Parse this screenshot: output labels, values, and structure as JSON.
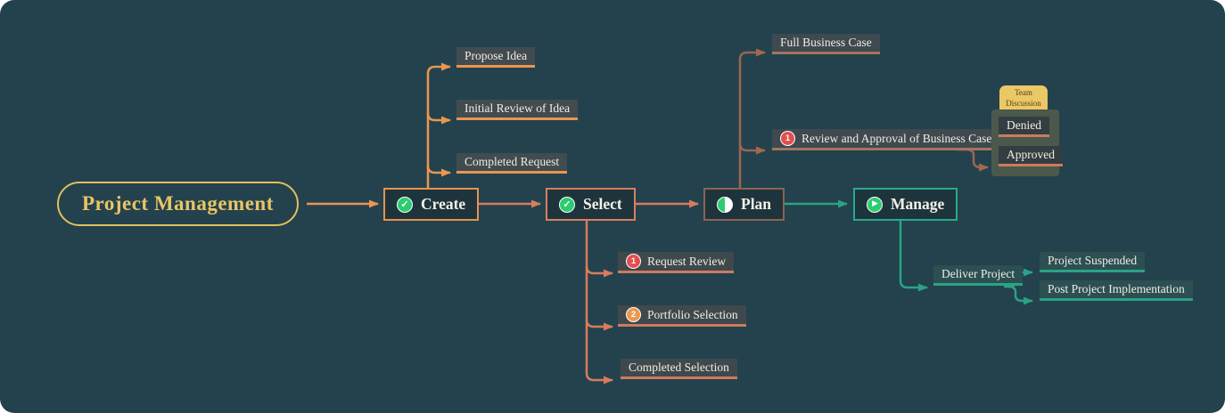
{
  "root": {
    "label": "Project Management"
  },
  "create": {
    "label": "Create",
    "icon": "check-circle",
    "children": [
      {
        "label": "Propose Idea"
      },
      {
        "label": "Initial Review of Idea"
      },
      {
        "label": "Completed Request"
      }
    ]
  },
  "select": {
    "label": "Select",
    "icon": "check-circle",
    "children": [
      {
        "badge": "1",
        "label": "Request Review"
      },
      {
        "badge": "2",
        "label": "Portfolio Selection"
      },
      {
        "label": "Completed Selection"
      }
    ]
  },
  "plan": {
    "label": "Plan",
    "icon": "half-filled-circle",
    "children": [
      {
        "label": "Full Business Case"
      },
      {
        "badge": "1",
        "label": "Review and Approval of Business Case"
      }
    ],
    "group": {
      "tab": "Team Discussion",
      "items": [
        {
          "label": "Denied"
        },
        {
          "label": "Approved"
        }
      ]
    }
  },
  "manage": {
    "label": "Manage",
    "icon": "play-circle",
    "children": [
      {
        "label": "Deliver Project"
      }
    ],
    "subchildren": [
      {
        "label": "Project Suspended"
      },
      {
        "label": "Post Project Implementation"
      }
    ]
  },
  "colors": {
    "background": "#23424d",
    "root_gold": "#e9c566",
    "branch_orange": "#ea964f",
    "branch_salmon": "#d87c5c",
    "branch_brown": "#9c6550",
    "branch_teal": "#2aa384",
    "icon_green": "#2dcc70",
    "badge_red": "#e34f4f",
    "badge_orange": "#ea9a4d",
    "group_tab_yellow": "#ecc765"
  }
}
